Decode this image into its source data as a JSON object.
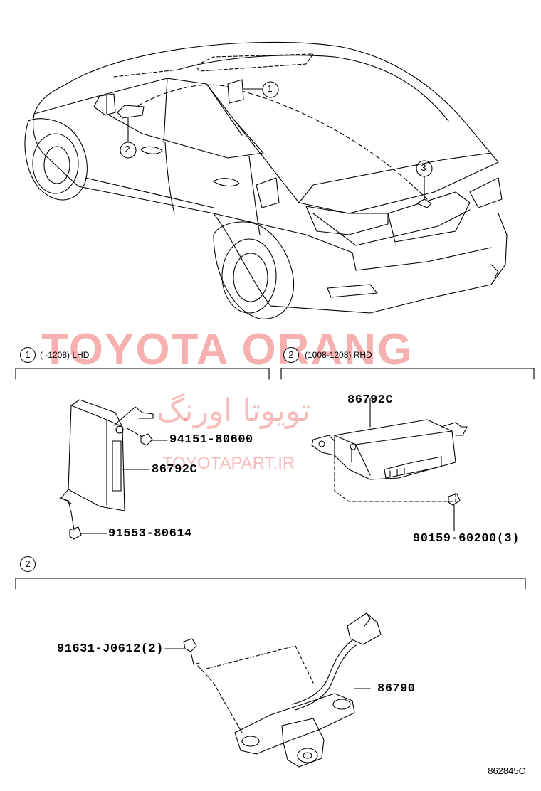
{
  "watermark": {
    "title": "TOYOTA ORANG",
    "persian": "تویوتا اورنگ",
    "url": "TOYOTAPART.IR"
  },
  "callouts": [
    "1",
    "2",
    "3"
  ],
  "sections": [
    {
      "number": "1",
      "condition": "(      -1208) LHD"
    },
    {
      "number": "2",
      "condition": "(1008-1208) RHD"
    },
    {
      "number": "2",
      "condition": ""
    }
  ],
  "parts": {
    "nut_lhd": "94151-80600",
    "module_lhd": "86792C",
    "bolt_lhd": "91553-80614",
    "module_rhd": "86792C",
    "bolt_rhd": "90159-60200(3)",
    "screw_camera": "91631-J0612(2)",
    "camera": "86790"
  },
  "diagram_code": "862845C"
}
